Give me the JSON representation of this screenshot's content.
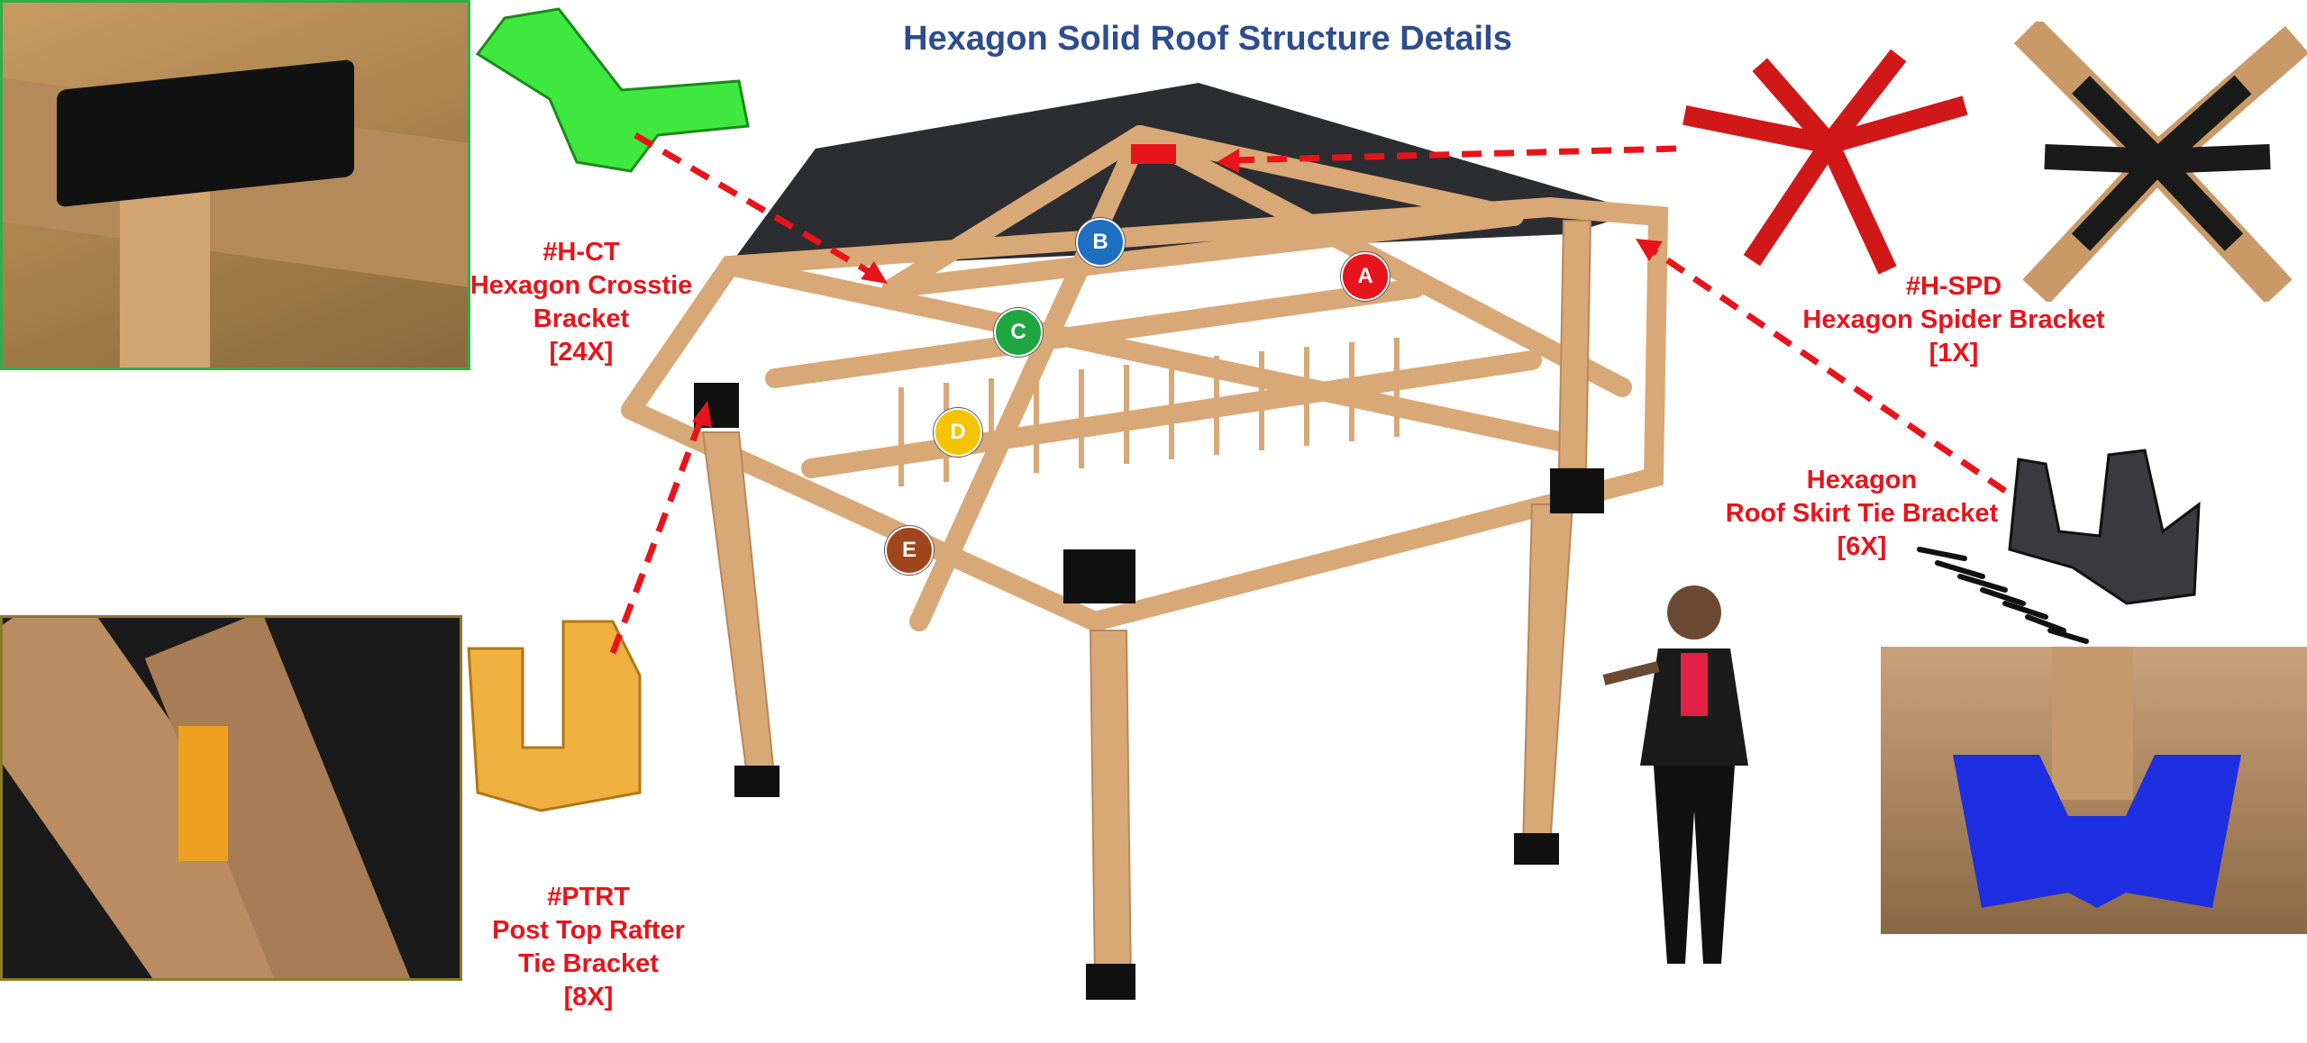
{
  "title": "Hexagon Solid Roof Structure Details",
  "labels": {
    "crosstie": {
      "code": "#H-CT",
      "name1": "Hexagon Crosstie",
      "name2": "Bracket",
      "qty": "[24X]"
    },
    "spider": {
      "code": "#H-SPD",
      "name": "Hexagon Spider Bracket",
      "qty": "[1X]"
    },
    "skirt": {
      "name1": "Hexagon",
      "name2": "Roof Skirt Tie Bracket",
      "qty": "[6X]"
    },
    "ptrt": {
      "code": "#PTRT",
      "name1": "Post Top Rafter",
      "name2": "Tie Bracket",
      "qty": "[8X]"
    }
  },
  "badges": [
    {
      "letter": "A",
      "color": "#e8141b"
    },
    {
      "letter": "B",
      "color": "#1f6fc0"
    },
    {
      "letter": "C",
      "color": "#1fa640"
    },
    {
      "letter": "D",
      "color": "#f5c400"
    },
    {
      "letter": "E",
      "color": "#a0461c"
    }
  ],
  "colors": {
    "title": "#2e4d8f",
    "callout": "#e8141b",
    "wood": "#d9a877",
    "roof": "#2b2d31"
  }
}
